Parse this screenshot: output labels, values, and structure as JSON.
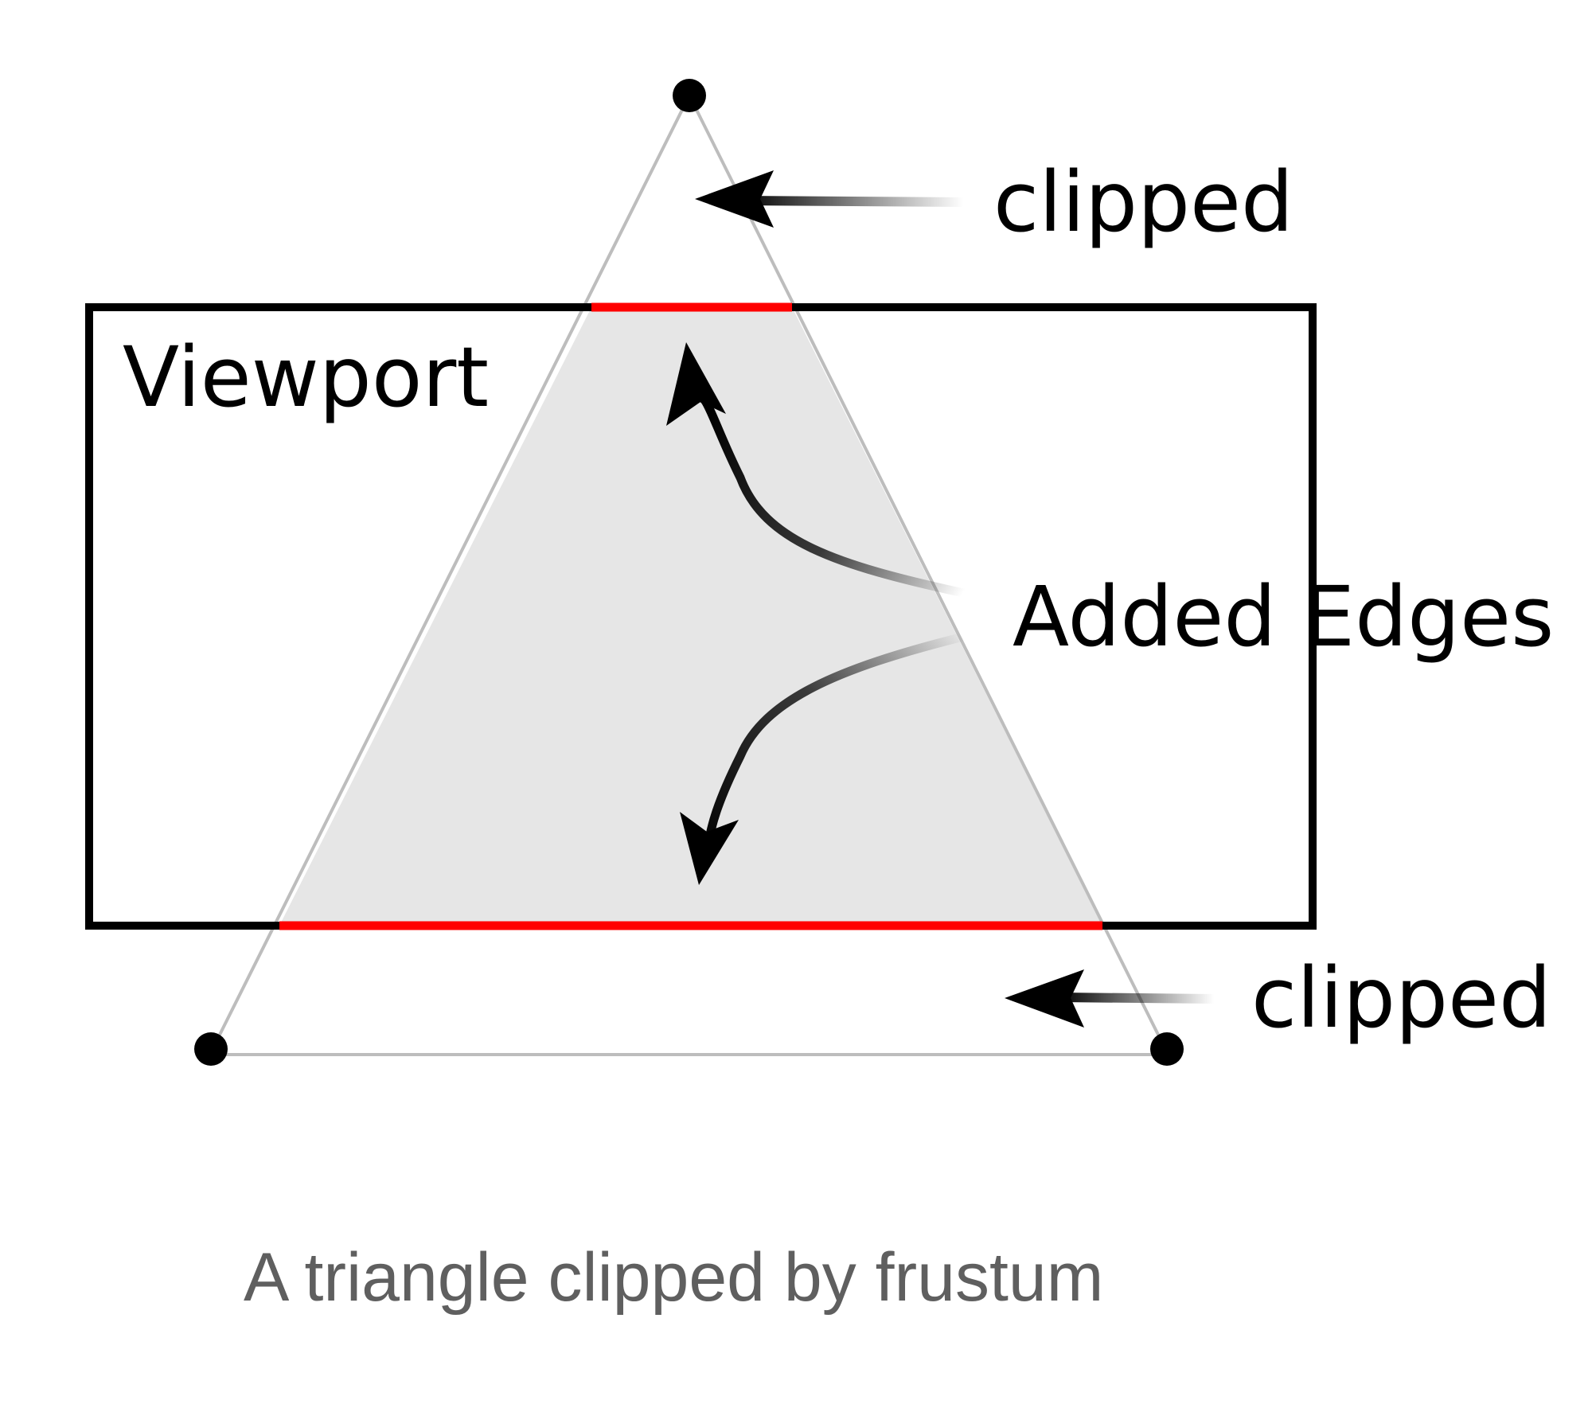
{
  "diagram": {
    "viewport_label": "Viewport",
    "clipped_top_label": "clipped",
    "clipped_bottom_label": "clipped",
    "added_edges_label": "Added Edges",
    "caption": "A triangle clipped by frustum"
  },
  "colors": {
    "clipped_edge": "#ff0000",
    "clipped_region_fill": "#e6e6e6",
    "triangle_edge": "#bdbdbd",
    "viewport_border": "#000000",
    "caption_text": "#5f5f5f"
  },
  "icons": {
    "vertex": "vertex-dot-icon",
    "arrow": "arrow-icon"
  }
}
